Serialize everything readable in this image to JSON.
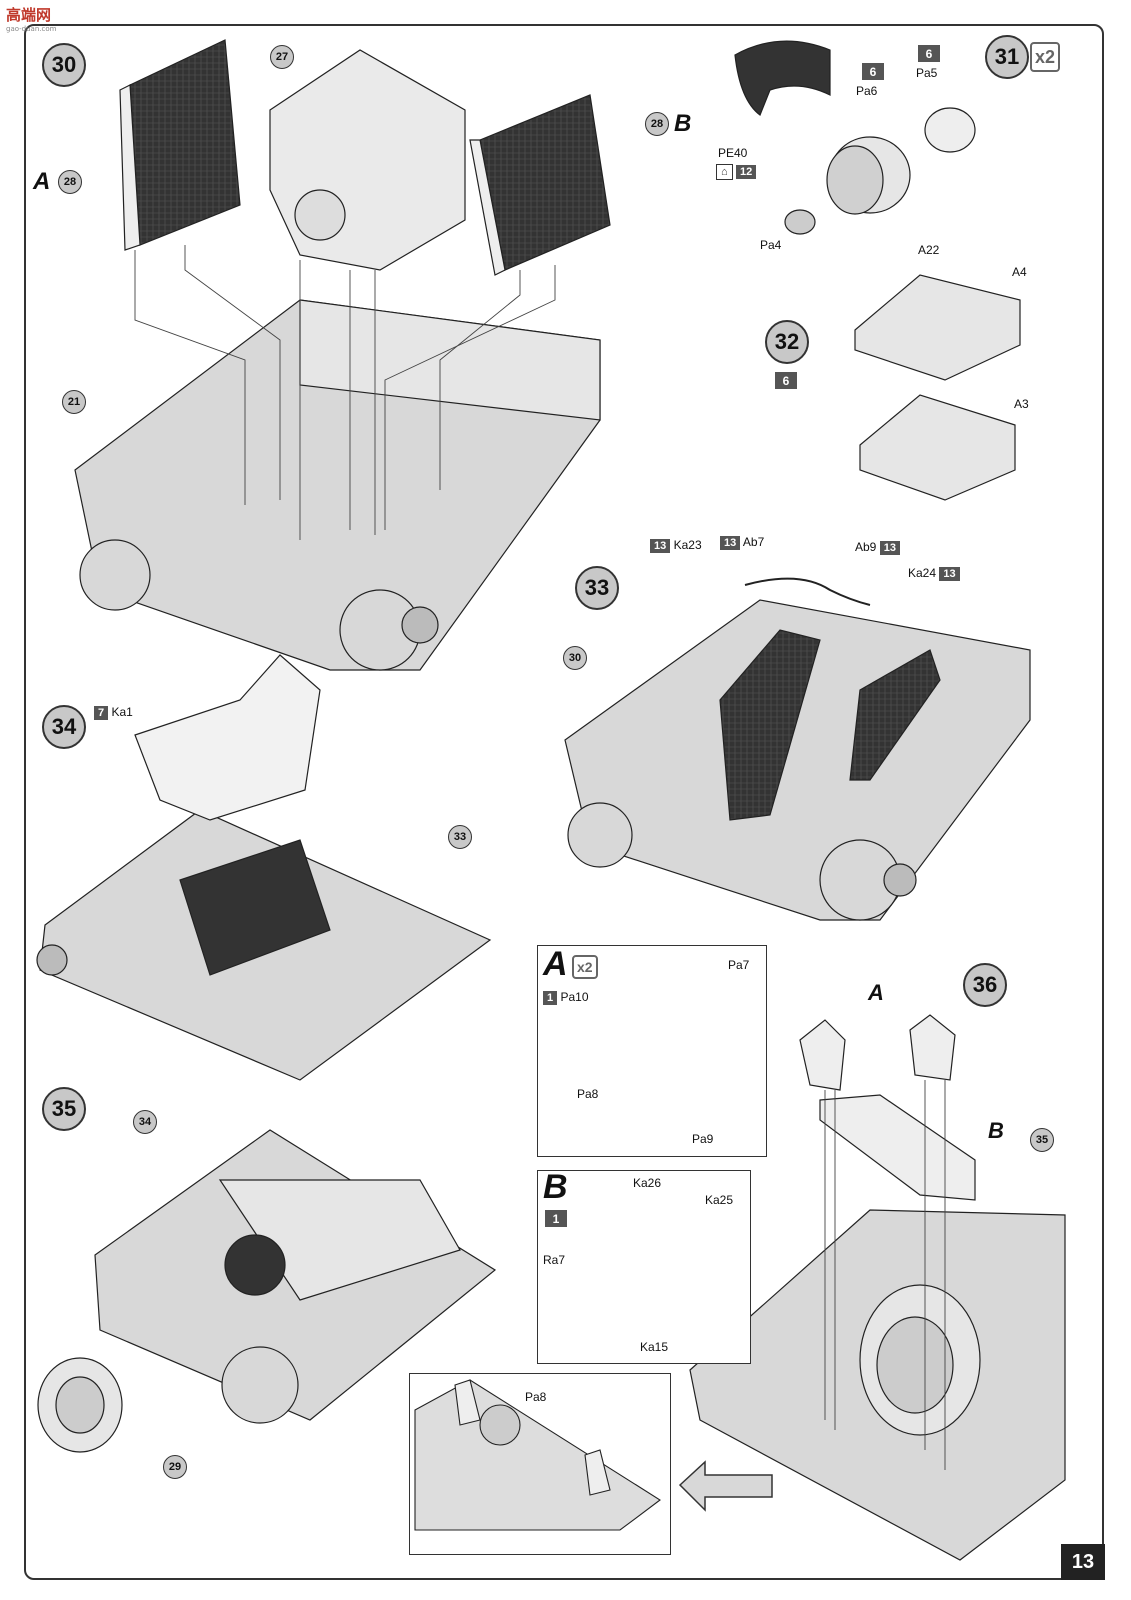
{
  "logo": {
    "text": "高端网",
    "sub": "gao-duan.com"
  },
  "steps": {
    "s30": "30",
    "s31": "31",
    "s32": "32",
    "s33": "33",
    "s34": "34",
    "s35": "35",
    "s36": "36"
  },
  "refs": {
    "r27": "27",
    "r28a": "28",
    "r28b": "28",
    "r21": "21",
    "r30": "30",
    "r33": "33",
    "r34": "34",
    "r29": "29",
    "r35": "35"
  },
  "multiplier": "x2",
  "letters": {
    "A": "A",
    "B": "B"
  },
  "parts": {
    "PE40": "PE40",
    "Pa6": "Pa6",
    "Pa5": "Pa5",
    "Pa4": "Pa4",
    "A22": "A22",
    "A4": "A4",
    "A3": "A3",
    "Ka23": "Ka23",
    "Ab7": "Ab7",
    "Ab9": "Ab9",
    "Ka24": "Ka24",
    "Ka1": "Ka1",
    "Pa7": "Pa7",
    "Pa10": "Pa10",
    "Pa8": "Pa8",
    "Pa9": "Pa9",
    "Ka26": "Ka26",
    "Ka25": "Ka25",
    "Ra7": "Ra7",
    "Ka15": "Ka15",
    "Pa8b": "Pa8"
  },
  "sprue_numbers": {
    "n6a": "6",
    "n6b": "6",
    "n6c": "6",
    "n12": "12",
    "n13a": "13",
    "n13b": "13",
    "n13c": "13",
    "n13d": "13",
    "n7": "7",
    "n1a": "1",
    "n1b": "1"
  },
  "page_number": "13"
}
